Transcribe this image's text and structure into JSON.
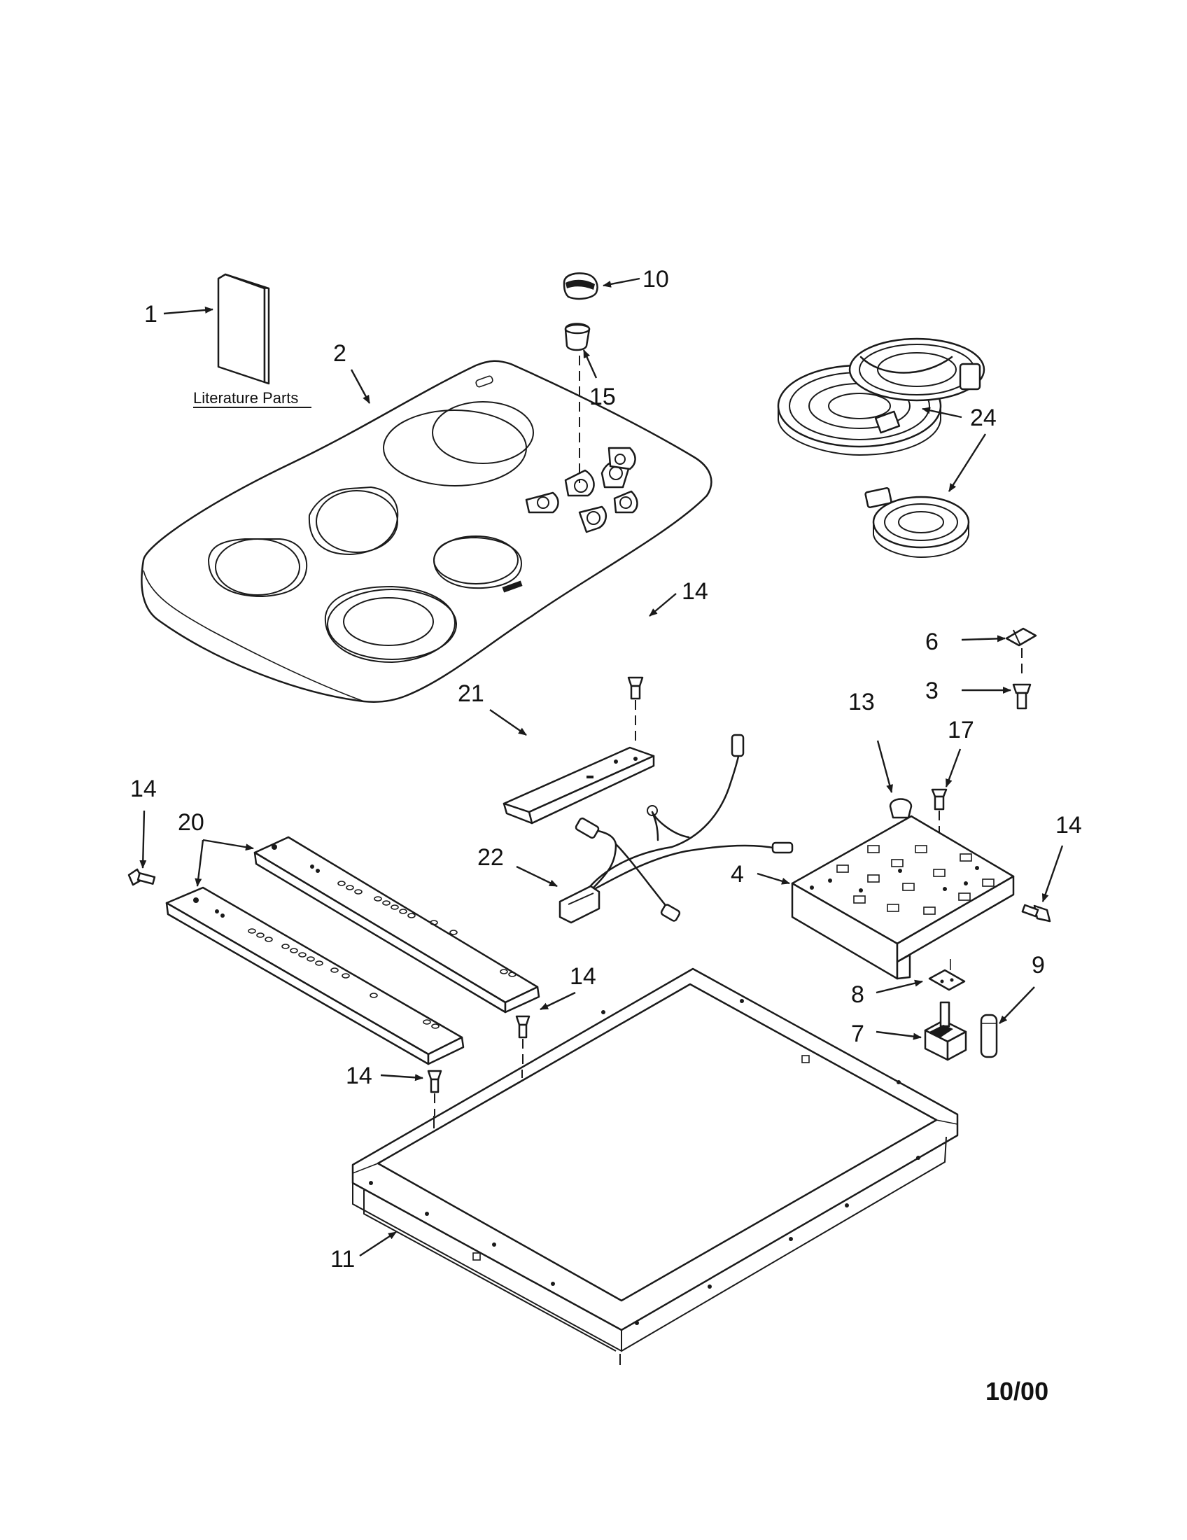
{
  "callouts": [
    {
      "id": "c1",
      "label": "1"
    },
    {
      "id": "c2",
      "label": "2"
    },
    {
      "id": "c10",
      "label": "10"
    },
    {
      "id": "c15",
      "label": "15"
    },
    {
      "id": "c24",
      "label": "24"
    },
    {
      "id": "c14a",
      "label": "14"
    },
    {
      "id": "c6",
      "label": "6"
    },
    {
      "id": "c3",
      "label": "3"
    },
    {
      "id": "c21",
      "label": "21"
    },
    {
      "id": "c13",
      "label": "13"
    },
    {
      "id": "c17",
      "label": "17"
    },
    {
      "id": "c14b",
      "label": "14"
    },
    {
      "id": "c20",
      "label": "20"
    },
    {
      "id": "c14c",
      "label": "14"
    },
    {
      "id": "c22",
      "label": "22"
    },
    {
      "id": "c4",
      "label": "4"
    },
    {
      "id": "c9",
      "label": "9"
    },
    {
      "id": "c14d",
      "label": "14"
    },
    {
      "id": "c8",
      "label": "8"
    },
    {
      "id": "c7",
      "label": "7"
    },
    {
      "id": "c14e",
      "label": "14"
    },
    {
      "id": "c11",
      "label": "11"
    }
  ],
  "literature_caption": "Literature Parts",
  "revision_date": "10/00"
}
